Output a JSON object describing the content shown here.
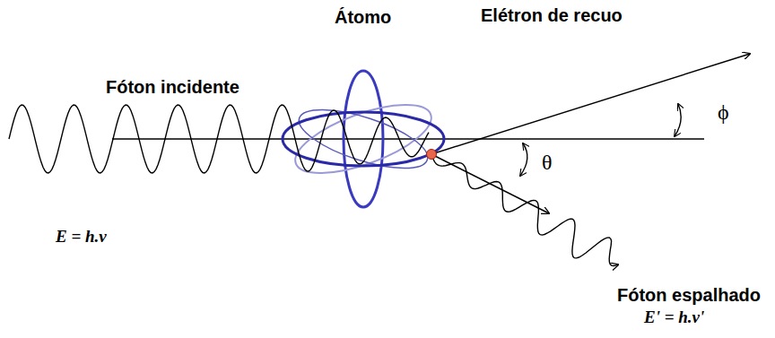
{
  "diagram": {
    "labels": [
      "Átomo",
      "Elétron de recuo",
      "Fóton incidente",
      "E = h.ν",
      "ϕ",
      "θ",
      "Fóton espalhado",
      "E' = h.ν'"
    ]
  }
}
